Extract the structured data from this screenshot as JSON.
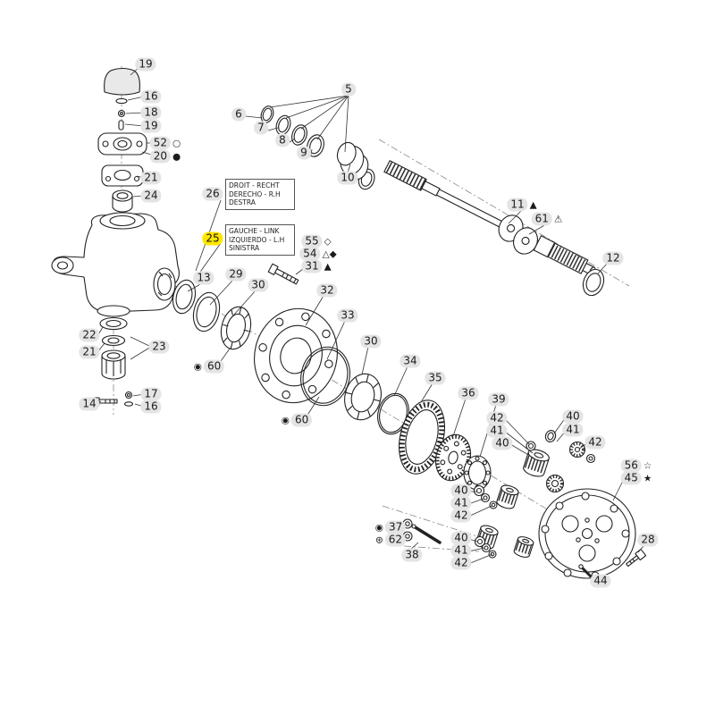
{
  "callouts": [
    {
      "text": "19"
    },
    {
      "text": "16"
    },
    {
      "text": "18"
    },
    {
      "text": "19"
    },
    {
      "text": "52",
      "suffix": "○"
    },
    {
      "text": "20",
      "suffix": "●"
    },
    {
      "text": "21"
    },
    {
      "text": "24"
    },
    {
      "text": "26"
    },
    {
      "text": "25",
      "highlight": true
    },
    {
      "text": "5"
    },
    {
      "text": "6"
    },
    {
      "text": "7"
    },
    {
      "text": "8"
    },
    {
      "text": "9"
    },
    {
      "text": "10"
    },
    {
      "text": "11",
      "suffix": "▲"
    },
    {
      "text": "61",
      "suffix": "⚠"
    },
    {
      "text": "12"
    },
    {
      "text": "13"
    },
    {
      "text": "29"
    },
    {
      "text": "30"
    },
    {
      "text": "32"
    },
    {
      "text": "33"
    },
    {
      "text": "30"
    },
    {
      "text": "34"
    },
    {
      "text": "35"
    },
    {
      "text": "36"
    },
    {
      "text": "39"
    },
    {
      "text": "55",
      "suffix": "◇"
    },
    {
      "text": "54",
      "suffix": "△◆"
    },
    {
      "text": "31",
      "suffix": "▲"
    },
    {
      "text": "22"
    },
    {
      "text": "21"
    },
    {
      "text": "23"
    },
    {
      "text": "14"
    },
    {
      "text": "17"
    },
    {
      "text": "16"
    },
    {
      "text": "60",
      "prefix": "◉"
    },
    {
      "text": "60",
      "prefix": "◉"
    },
    {
      "text": "42"
    },
    {
      "text": "41"
    },
    {
      "text": "40"
    },
    {
      "text": "40"
    },
    {
      "text": "41"
    },
    {
      "text": "42"
    },
    {
      "text": "56",
      "suffix": "☆"
    },
    {
      "text": "45",
      "suffix": "★"
    },
    {
      "text": "40"
    },
    {
      "text": "41"
    },
    {
      "text": "42"
    },
    {
      "text": "37",
      "prefix": "◉"
    },
    {
      "text": "62",
      "prefix": "⊛"
    },
    {
      "text": "38"
    },
    {
      "text": "40"
    },
    {
      "text": "41"
    },
    {
      "text": "42"
    },
    {
      "text": "28"
    },
    {
      "text": "44"
    }
  ],
  "boxes": {
    "right": {
      "line1": "DROIT - RECHT",
      "line2": "DERECHO - R.H",
      "line3": "DESTRA"
    },
    "left": {
      "line1": "GAUCHE - LINK",
      "line2": "IZQUIERDO - L.H",
      "line3": "SINISTRA"
    }
  },
  "colors": {
    "highlight": "#ffe600",
    "callout_pill": "#e4e4e4",
    "line": "#222222",
    "background": "#ffffff"
  }
}
